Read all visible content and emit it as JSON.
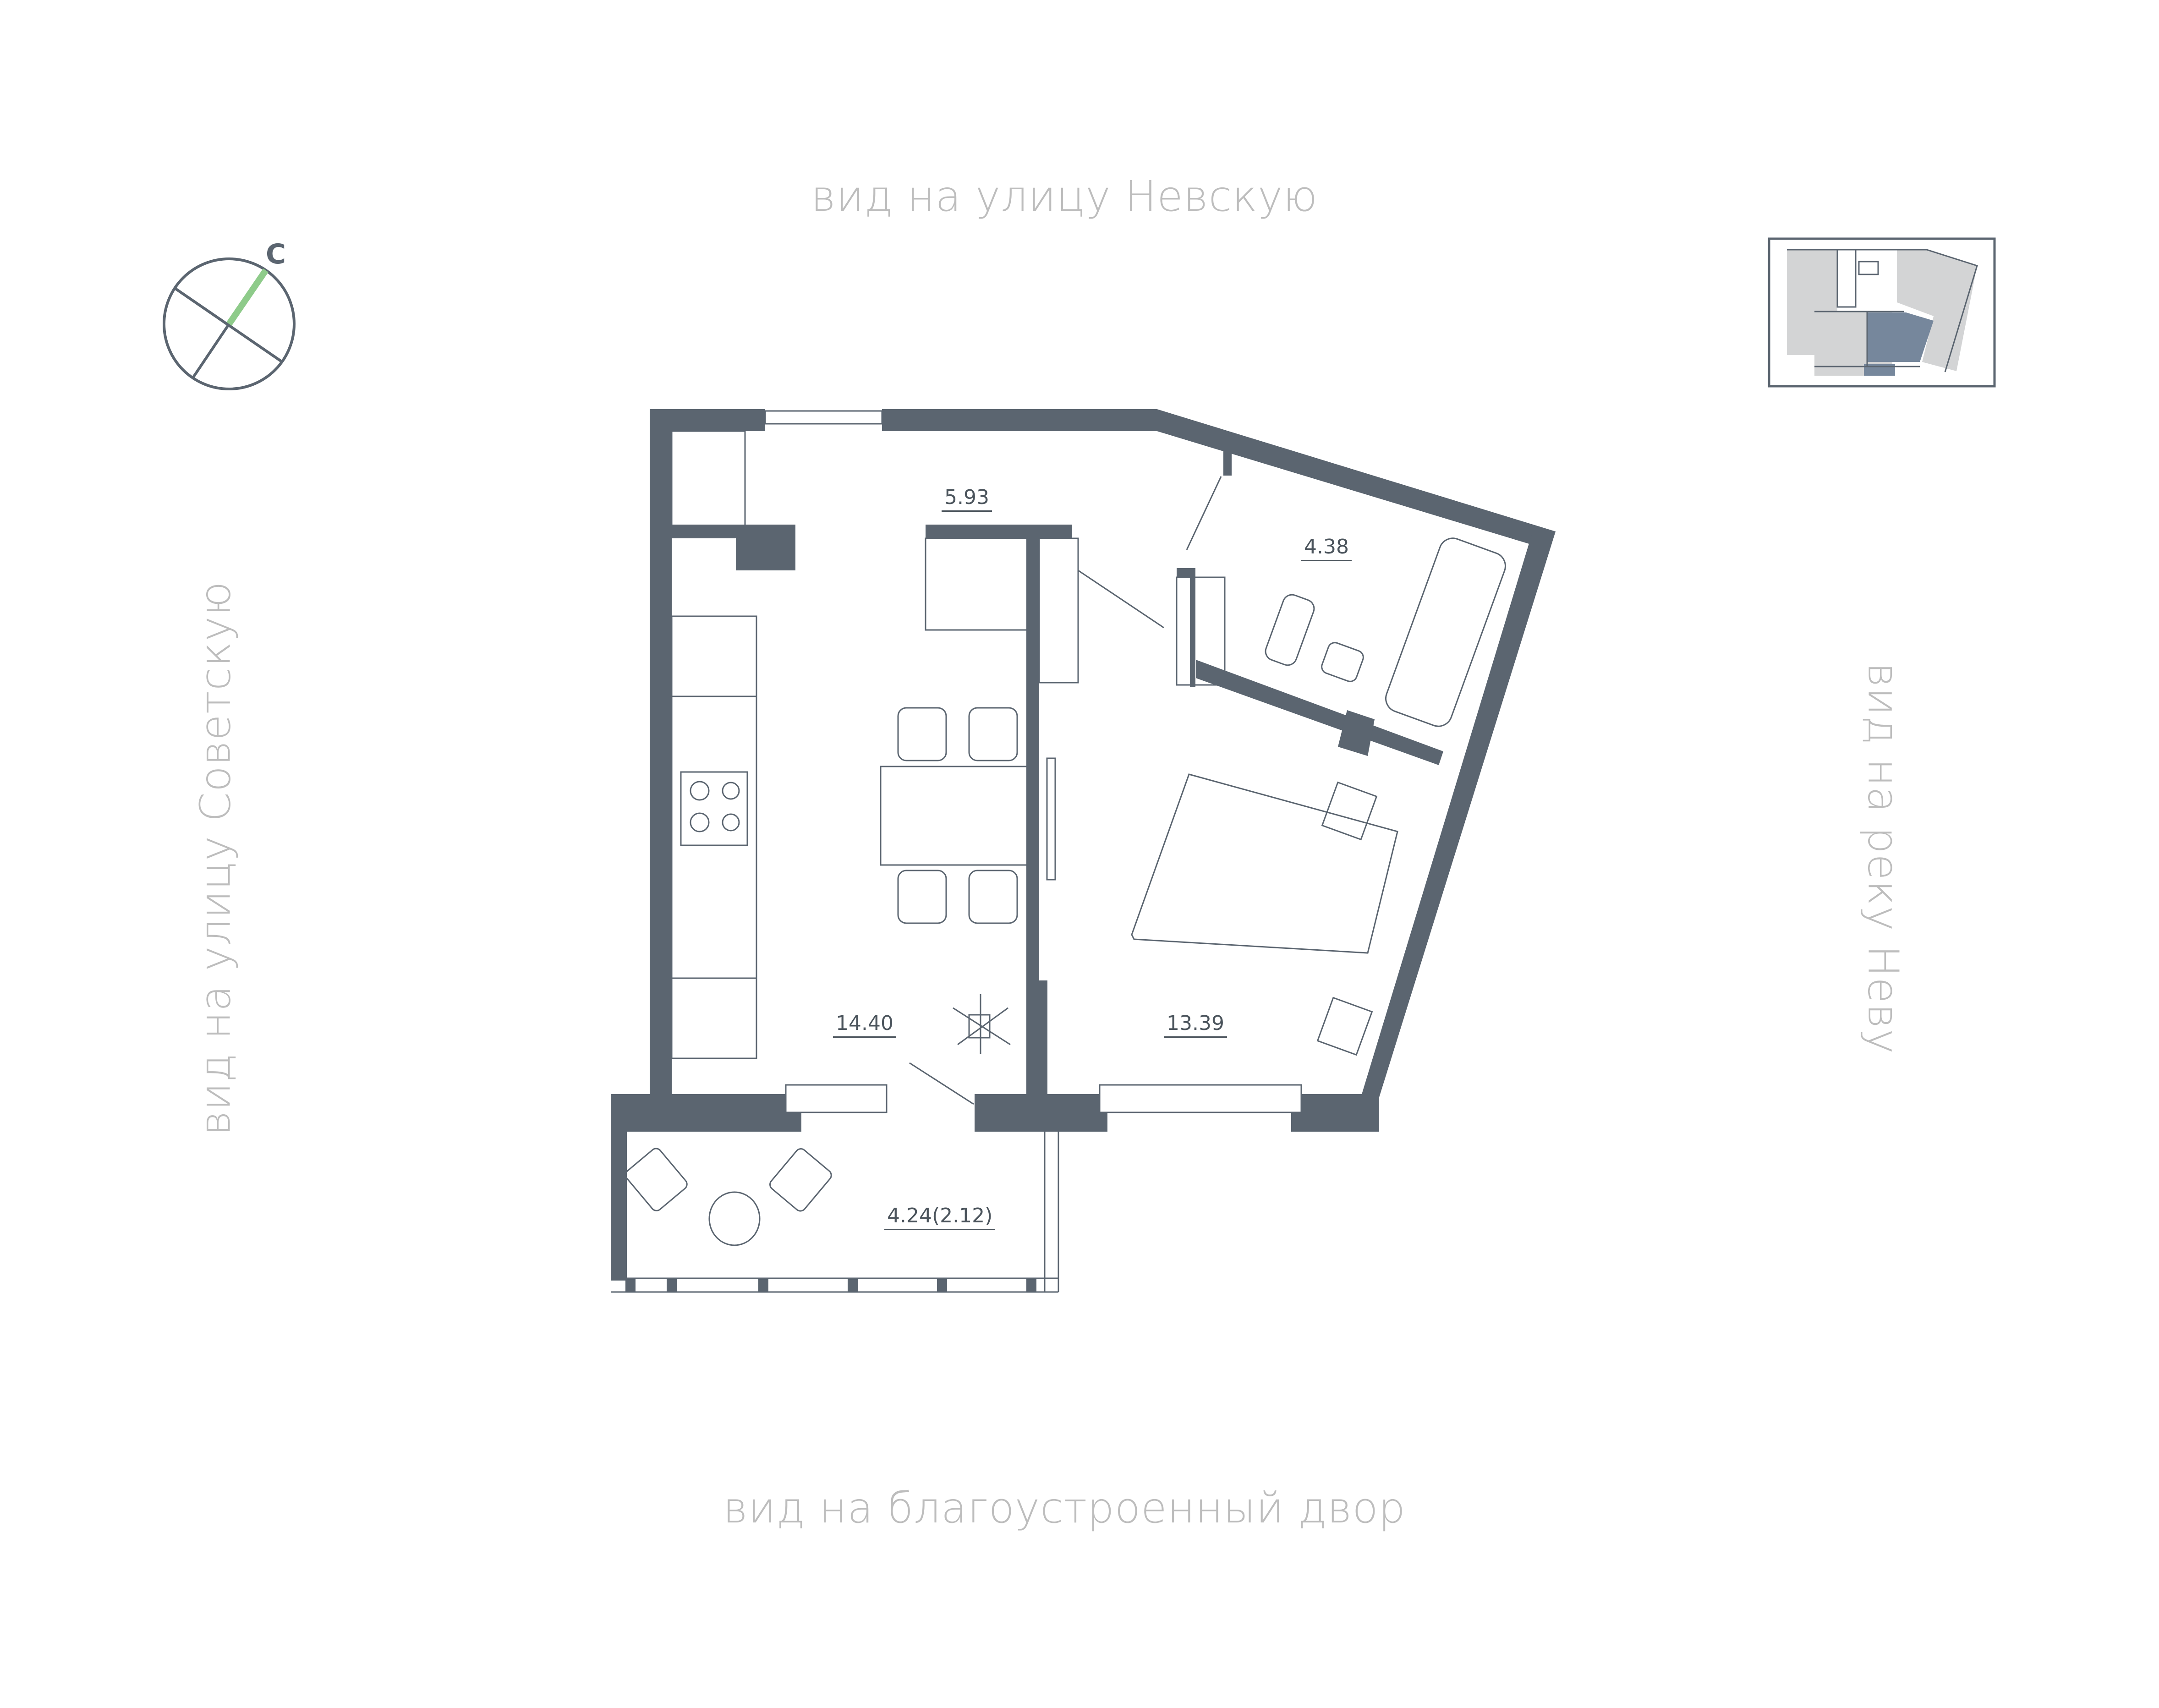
{
  "views": {
    "top": "вид на улицу Невскую",
    "bottom": "вид на благоустроенный двор",
    "left": "вид на улицу Советскую",
    "right": "вид на реку Неву"
  },
  "compass": {
    "north_letter": "С",
    "north_color": "#8ecb8a",
    "line_color": "#5b6570"
  },
  "rooms": [
    {
      "id": "hallway",
      "area": "5.93"
    },
    {
      "id": "bathroom",
      "area": "4.38"
    },
    {
      "id": "kitchen-living",
      "area": "14.40"
    },
    {
      "id": "bedroom",
      "area": "13.39"
    },
    {
      "id": "balcony",
      "area": "4.24(2.12)"
    }
  ],
  "key_plan": {
    "highlight_color": "#76879c",
    "other_units_color": "#d3d4d5"
  },
  "colors": {
    "wall": "#5b6570",
    "line": "#5b6570",
    "label_gray": "#bdbdbd"
  }
}
